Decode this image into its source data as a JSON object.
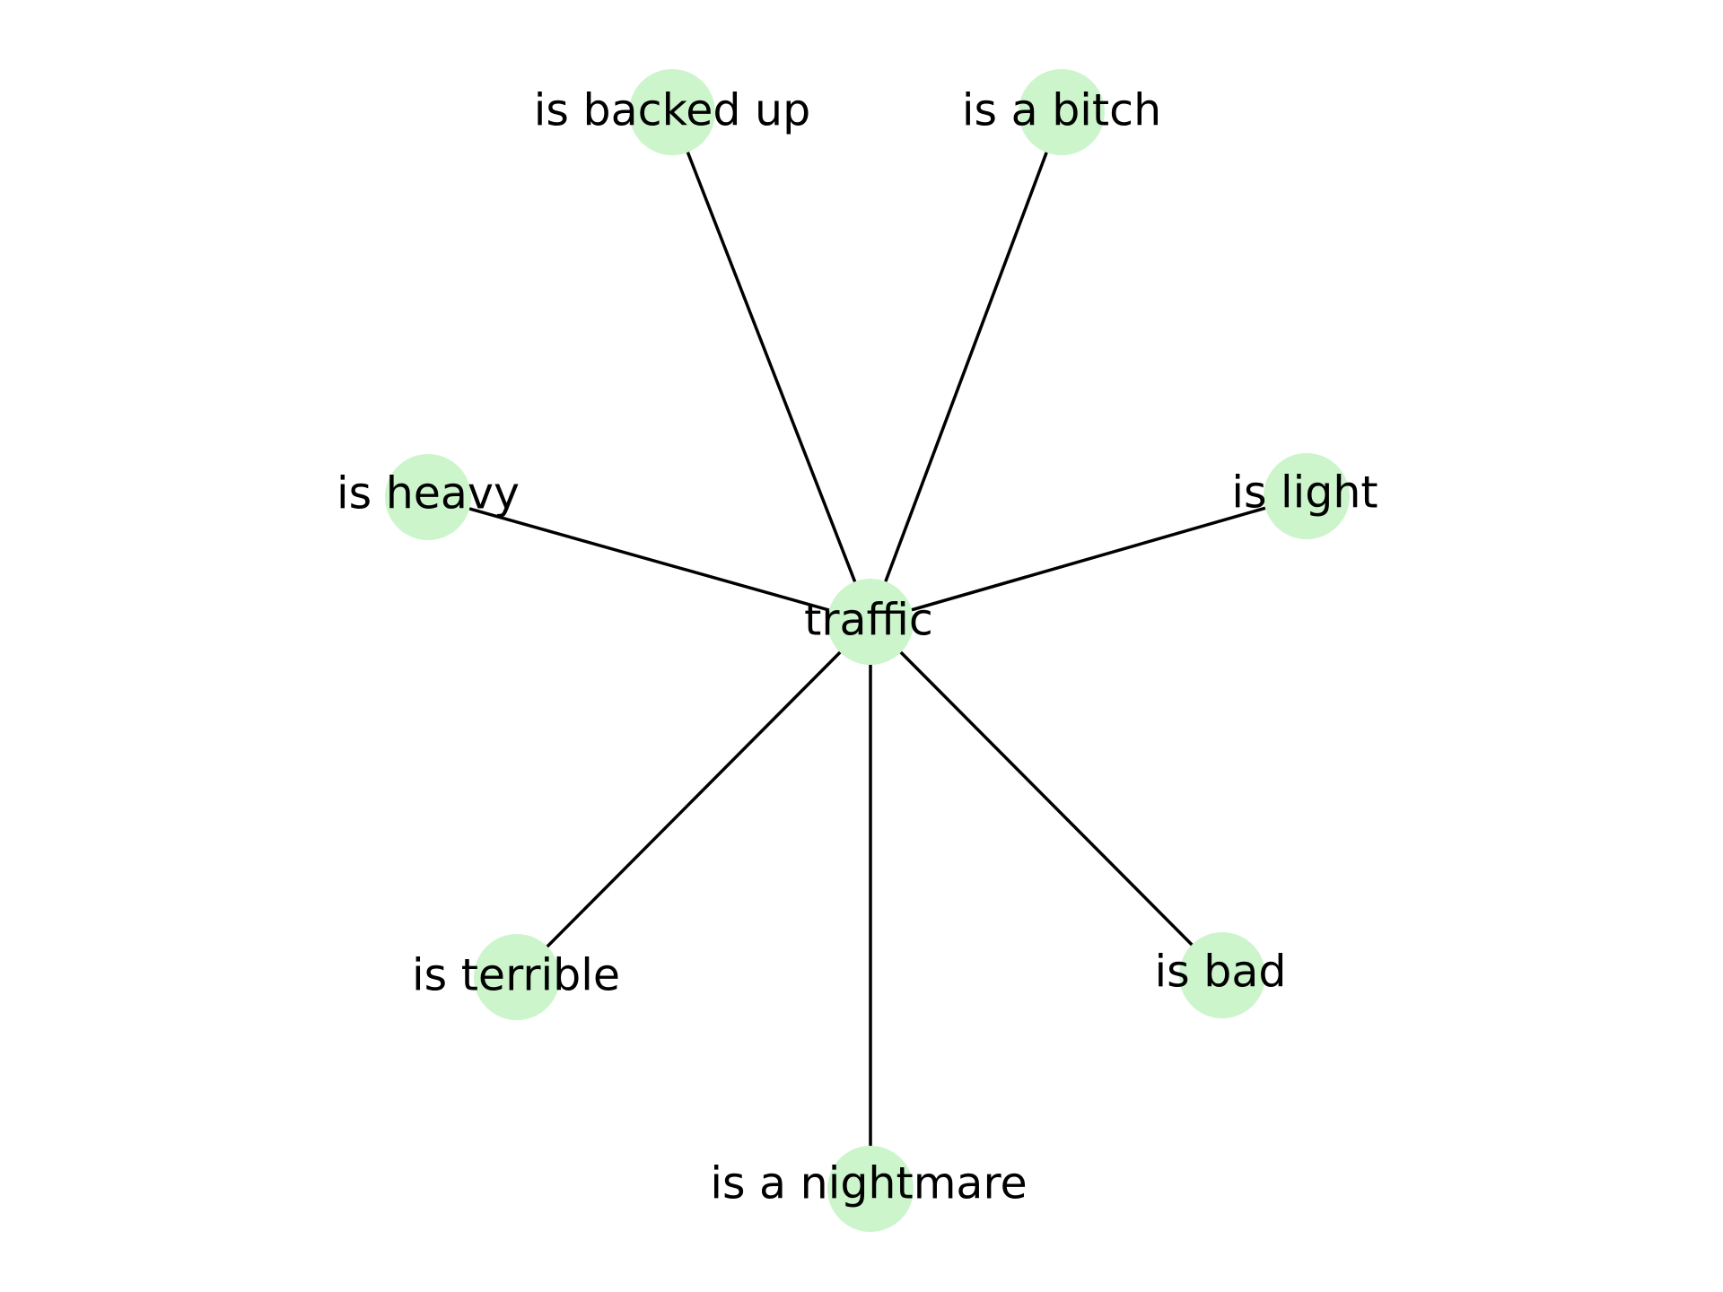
{
  "graph": {
    "node_color": "#ccf5cc",
    "edge_color": "#000000",
    "center": {
      "label": "traffic"
    },
    "nodes": [
      {
        "id": "backed",
        "label": "is backed up"
      },
      {
        "id": "bitch",
        "label": "is a bitch"
      },
      {
        "id": "heavy",
        "label": "is heavy"
      },
      {
        "id": "light",
        "label": "is light"
      },
      {
        "id": "terrible",
        "label": "is terrible"
      },
      {
        "id": "bad",
        "label": "is bad"
      },
      {
        "id": "nightmare",
        "label": "is a nightmare"
      }
    ]
  }
}
